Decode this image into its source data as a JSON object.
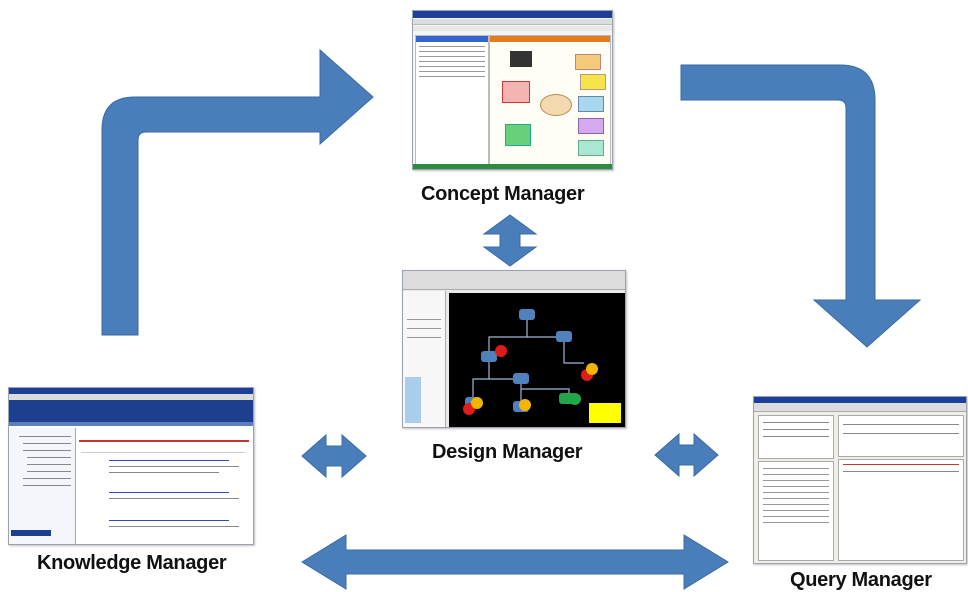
{
  "labels": {
    "concept": "Concept Manager",
    "design": "Design Manager",
    "knowledge": "Knowledge Manager",
    "query": "Query Manager"
  },
  "colors": {
    "arrow": "#4a7ebb",
    "arrow_dark": "#3a6aa3",
    "title_bar": "#1d3f9a",
    "canvas_black": "#000000",
    "node_blue": "#4f81bd",
    "node_red": "#e01b1b",
    "node_yellow": "#f2b600",
    "node_green": "#22a64a",
    "sticky_yellow": "#ffff00"
  },
  "icons": [
    "loop-arrow-icon",
    "bidirectional-arrow-icon",
    "window-screenshot-icon"
  ]
}
